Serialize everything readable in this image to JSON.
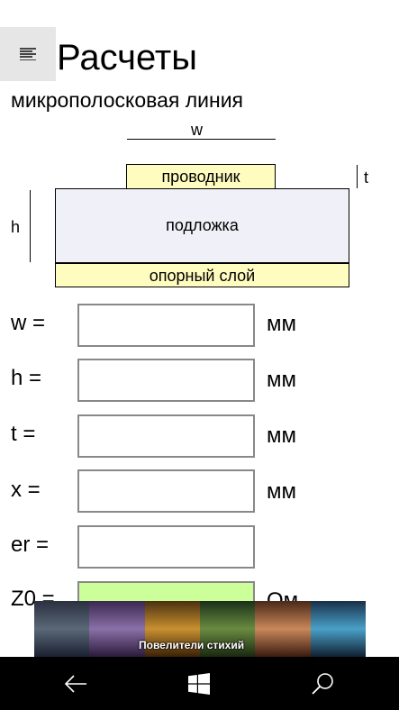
{
  "header": {
    "title": "Расчеты",
    "subtitle": "микрополосковая линия"
  },
  "diagram": {
    "w_label": "w",
    "t_label": "t",
    "h_label": "h",
    "conductor": "проводник",
    "substrate": "подложка",
    "ground": "опорный слой"
  },
  "fields": [
    {
      "label": "w =",
      "value": "",
      "unit": "мм"
    },
    {
      "label": "h =",
      "value": "",
      "unit": "мм"
    },
    {
      "label": "t =",
      "value": "",
      "unit": "мм"
    },
    {
      "label": "x =",
      "value": "",
      "unit": "мм"
    },
    {
      "label": "er =",
      "value": "",
      "unit": ""
    },
    {
      "label": "Z0 =",
      "value": "",
      "unit": "Ом"
    }
  ],
  "ad": {
    "text": "Повелители стихий"
  },
  "icons": {
    "menu": "hamburger-icon",
    "back": "back-arrow-icon",
    "home": "windows-logo-icon",
    "search": "search-icon"
  },
  "colors": {
    "conductor_fill": "#fffcc0",
    "substrate_fill": "#f0f0f8",
    "result_fill": "#ccff99",
    "nav_bar": "#000000"
  }
}
